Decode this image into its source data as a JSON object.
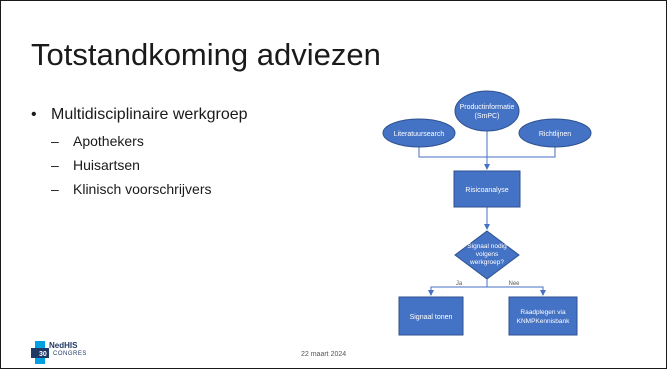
{
  "slide": {
    "title": "Totstandkoming adviezen",
    "bullets": [
      {
        "text": "Multidisciplinaire werkgroep"
      }
    ],
    "sub_bullets": [
      "Apothekers",
      "Huisartsen",
      "Klinisch voorschrijvers"
    ],
    "bullet_marker": "•",
    "dash_marker": "–",
    "footer_date": "22 maart 2024"
  },
  "diagram": {
    "nodes": {
      "productinformatie": [
        "Productinformatie",
        "(SmPC)"
      ],
      "literatuursearch": [
        "Literatuursearch"
      ],
      "richtlijnen": [
        "Richtlijnen"
      ],
      "risicoanalyse": [
        "Risicoanalyse"
      ],
      "decision": [
        "Signaal nodig",
        "volgens",
        "werkgroep?"
      ],
      "signaal_tonen": [
        "Signaal tonen"
      ],
      "raadplegen": [
        "Raadplegen via",
        "KNMPKennisbank"
      ]
    },
    "edge_labels": {
      "ja": "Ja",
      "nee": "Nee"
    },
    "colors": {
      "fill": "#4472c4",
      "stroke": "#2f528f",
      "text": "#ffffff",
      "line": "#4472c4",
      "label": "#595959"
    }
  },
  "logo": {
    "name": "NedHIS",
    "sub": "CONGRES",
    "number": "30",
    "colors": {
      "primary": "#1f3864",
      "accent": "#00a0e3"
    }
  }
}
